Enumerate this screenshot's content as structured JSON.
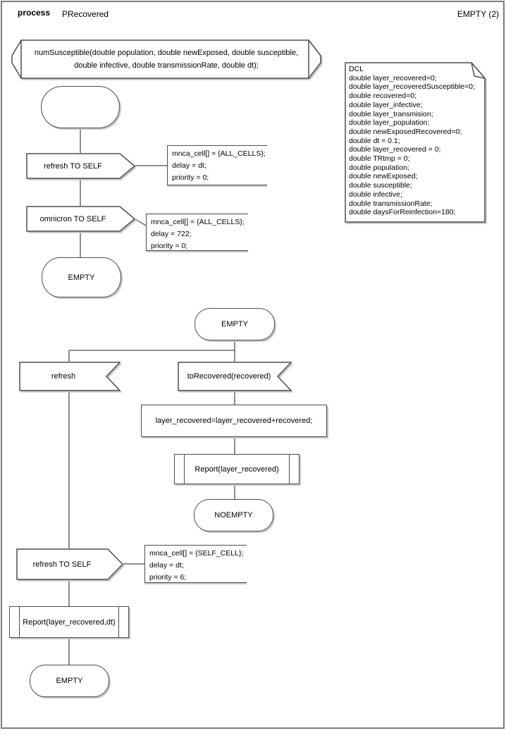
{
  "header": {
    "kind_label": "process",
    "process_name": "PRecovered",
    "page_label": "EMPTY (2)"
  },
  "procedure_signature": "numSusceptible(double population, double newExposed, double susceptible,\ndouble infective, double transmissionRate, double dt);",
  "declarations": "DCL\ndouble layer_recovered=0;\ndouble layer_recoveredSusceptible=0;\ndouble recovered=0;\ndouble layer_infective;\ndouble layer_transmision;\ndouble layer_population;\ndouble newExposedRecovered=0;\ndouble dt = 0.1;\ndouble layer_recovered = 0;\ndouble TRtmp = 0;\ndouble population;\ndouble newExposed;\ndouble susceptible;\ndouble infective;\ndouble transmissionRate;\ndouble daysForReinfection=180;",
  "flow1": {
    "output_refresh": {
      "label": "refresh TO SELF",
      "comment": "mnca_cell[] = {ALL_CELLS};\ndelay = dt;\npriority = 0;"
    },
    "output_omnicron": {
      "label": "omnicron TO SELF",
      "comment": "mnca_cell[] = {ALL_CELLS};\ndelay = 722;\npriority = 0;"
    },
    "state_empty": "EMPTY"
  },
  "flow2": {
    "state_top": "EMPTY",
    "input_refresh": "refresh",
    "input_torecovered": "toRecovered(recovered)",
    "task": "layer_recovered=layer_recovered+recovered;",
    "proc_report": "Report(layer_recovered)",
    "state_noempty": "NOEMPTY",
    "output_refresh": {
      "label": "refresh TO SELF",
      "comment": "mnca_cell[] = {SELF_CELL};\ndelay = dt;\npriority = 6;"
    },
    "proc_report_dt": "Report(layer_recovered,dt)",
    "state_bottom": "EMPTY"
  },
  "colors": {
    "line": "#4d4d4d",
    "shadow": "#c6c6c6",
    "background": "#ffffff",
    "text": "#000000"
  }
}
